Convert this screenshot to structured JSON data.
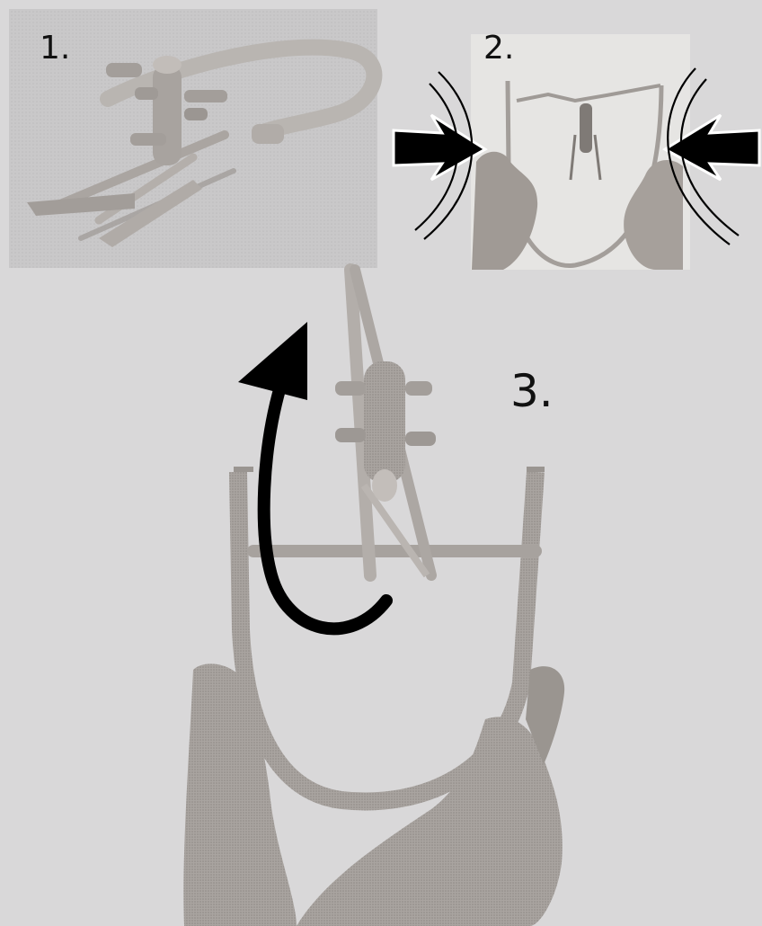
{
  "steps": {
    "step1": "1.",
    "step2": "2.",
    "step3": "3."
  },
  "colors": {
    "background": "#d9d8d9",
    "panel1_bg": "#d2d1d2",
    "panel2_bg": "#e4e4e2",
    "wood": "#bdb8b3",
    "wood_shadow": "#8f8a86",
    "skin": "#9e9893",
    "arrow": "#000000"
  },
  "icons": {
    "step3_arrow": "curved-rotate-arrow-icon",
    "step2_left": "press-arrow-right-icon",
    "step2_right": "press-arrow-left-icon"
  }
}
